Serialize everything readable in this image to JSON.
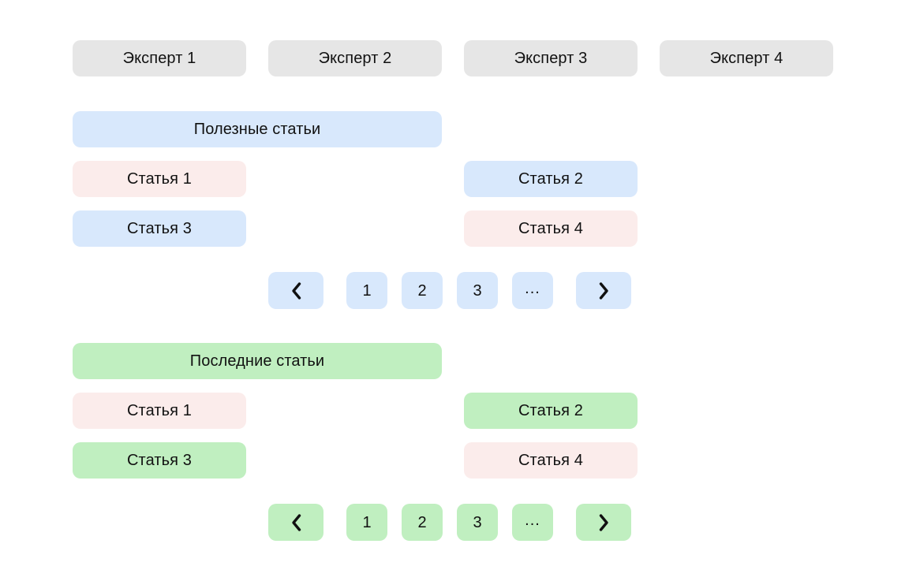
{
  "experts": {
    "items": [
      {
        "label": "Эксперт 1"
      },
      {
        "label": "Эксперт 2"
      },
      {
        "label": "Эксперт 3"
      },
      {
        "label": "Эксперт 4"
      }
    ]
  },
  "colors": {
    "expert_bg": "#e6e6e6",
    "blue": "#d8e8fc",
    "green": "#c0efc0",
    "pink": "#fbeceb",
    "text": "#111111",
    "page_bg": "#ffffff"
  },
  "sections": [
    {
      "id": "useful",
      "banner": "Полезные статьи",
      "accent": "blue",
      "articles": [
        {
          "label": "Статья 1",
          "tone": "pink"
        },
        {
          "label": "Статья 2",
          "tone": "blue"
        },
        {
          "label": "Статья 3",
          "tone": "blue"
        },
        {
          "label": "Статья 4",
          "tone": "pink"
        }
      ],
      "pagination": {
        "prev_icon": "chevron-left-icon",
        "next_icon": "chevron-right-icon",
        "pages": [
          "1",
          "2",
          "3"
        ],
        "ellipsis": "..."
      }
    },
    {
      "id": "latest",
      "banner": "Последние статьи",
      "accent": "green",
      "articles": [
        {
          "label": "Статья 1",
          "tone": "pink"
        },
        {
          "label": "Статья 2",
          "tone": "green"
        },
        {
          "label": "Статья 3",
          "tone": "green"
        },
        {
          "label": "Статья 4",
          "tone": "pink"
        }
      ],
      "pagination": {
        "prev_icon": "chevron-left-icon",
        "next_icon": "chevron-right-icon",
        "pages": [
          "1",
          "2",
          "3"
        ],
        "ellipsis": "..."
      }
    }
  ]
}
